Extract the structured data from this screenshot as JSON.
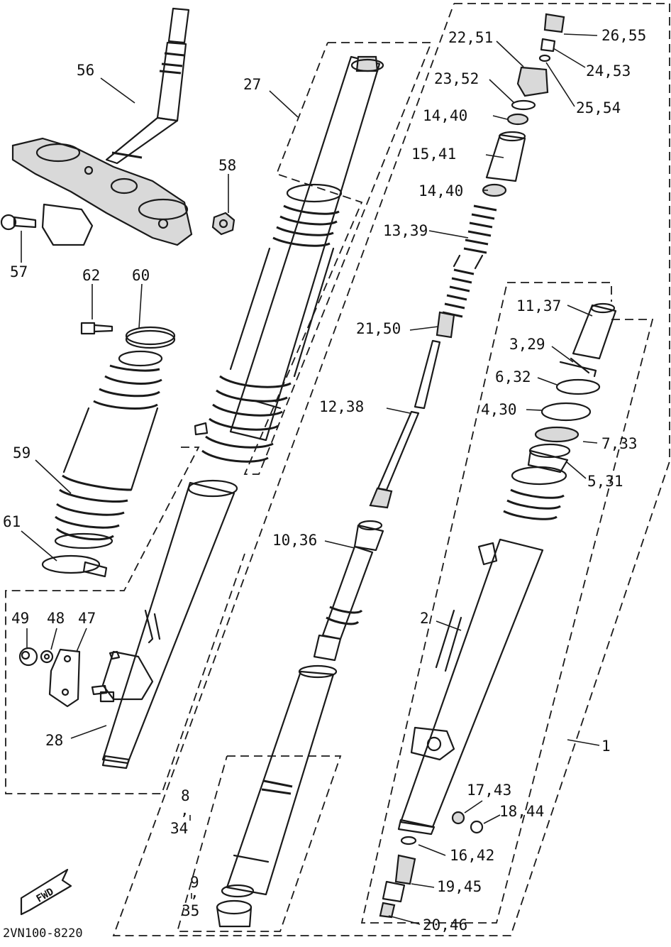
{
  "diagram": {
    "catalog_code": "2VN100-8220",
    "fwd_label": "FWD",
    "labels": {
      "p56": "56",
      "p58": "58",
      "p57": "57",
      "p62": "62",
      "p60": "60",
      "p59": "59",
      "p61": "61",
      "p49": "49",
      "p48": "48",
      "p47": "47",
      "p28": "28",
      "p27": "27",
      "p8": "8",
      "p8sep": ",",
      "p34": "34",
      "p9": "9",
      "p9sep": ",",
      "p35": "35",
      "p22": "22,51",
      "p26": "26,55",
      "p24": "24,53",
      "p25": "25,54",
      "p23": "23,52",
      "p14a": "14,40",
      "p15": "15,41",
      "p14b": "14,40",
      "p13": "13,39",
      "p21": "21,50",
      "p11": "11,37",
      "p3": "3,29",
      "p6": "6,32",
      "p4": "4,30",
      "p12": "12,38",
      "p7": "7,33",
      "p5": "5,31",
      "p10": "10,36",
      "p2": "2",
      "p1": "1",
      "p17": "17,43",
      "p18": "18,44",
      "p16": "16,42",
      "p19": "19,45",
      "p20": "20,46"
    }
  }
}
